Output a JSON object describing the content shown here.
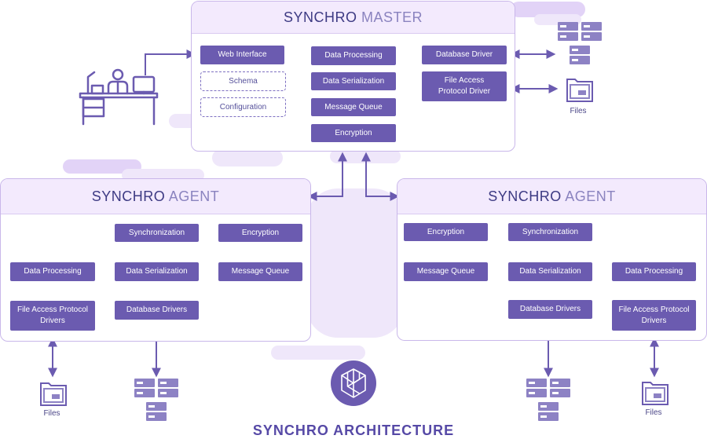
{
  "master": {
    "title_bold": "SYNCHRO",
    "title_light": "MASTER",
    "web_interface": "Web Interface",
    "schema": "Schema",
    "configuration": "Configuration",
    "data_processing": "Data Processing",
    "data_serialization": "Data Serialization",
    "message_queue": "Message Queue",
    "encryption": "Encryption",
    "database_driver": "Database Driver",
    "file_access_driver": "File Access Protocol Driver"
  },
  "agent_left": {
    "title_bold": "SYNCHRO",
    "title_light": "AGENT",
    "synchronization": "Synchronization",
    "encryption": "Encryption",
    "data_processing": "Data Processing",
    "data_serialization": "Data Serialization",
    "message_queue": "Message Queue",
    "file_access_drivers": "File Access Protocol Drivers",
    "database_drivers": "Database Drivers"
  },
  "agent_right": {
    "title_bold": "SYNCHRO",
    "title_light": "AGENT",
    "encryption": "Encryption",
    "synchronization": "Synchronization",
    "message_queue": "Message Queue",
    "data_serialization": "Data Serialization",
    "data_processing": "Data Processing",
    "database_drivers": "Database Drivers",
    "file_access_drivers": "File Access Protocol Drivers"
  },
  "captions": {
    "files_master": "Files",
    "files_left": "Files",
    "files_right": "Files"
  },
  "diagram_title": "SYNCHRO ARCHITECTURE",
  "colors": {
    "box": "#6b5bb0",
    "panel_header": "#f3eafd",
    "background_blob": "#efe7fa",
    "title": "#5649a6"
  },
  "icons": [
    "user-at-desk-icon",
    "database-server-icon",
    "file-folder-icon",
    "synchro-logo-cube-icon"
  ]
}
